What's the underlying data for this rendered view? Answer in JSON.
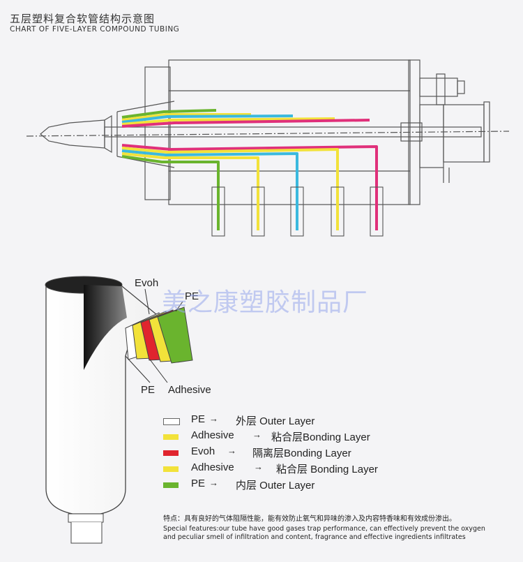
{
  "header": {
    "title_cn": "五层塑料复合软管结构示意图",
    "title_en": "CHART OF FIVE-LAYER COMPOUND TUBING"
  },
  "colors": {
    "pe_outer": "#ffffff",
    "adhesive": "#f2e23a",
    "evoh": "#e0242e",
    "pe_inner": "#6ab42e",
    "cyan_layer": "#3bb9de",
    "magenta_layer": "#e0307a"
  },
  "tube_labels": {
    "evoh": "Evoh",
    "pe_top": "PE",
    "pe_bottom": "PE",
    "adhesive": "Adhesive"
  },
  "watermark": "美之康塑胶制品厂",
  "legend": [
    {
      "name": "PE",
      "arrow": "→",
      "desc": "外层 Outer Layer",
      "color": "#ffffff"
    },
    {
      "name": "Adhesive",
      "arrow": "→",
      "desc": "粘合层Bonding Layer",
      "color": "#f2e23a"
    },
    {
      "name": "Evoh",
      "arrow": "→",
      "desc": "隔离层Bonding Layer",
      "color": "#e0242e"
    },
    {
      "name": "Adhesive",
      "arrow": "→",
      "desc": "粘合层 Bonding Layer",
      "color": "#f2e23a"
    },
    {
      "name": "PE",
      "arrow": "→",
      "desc": "内层 Outer Layer",
      "color": "#6ab42e"
    }
  ],
  "note": {
    "cn": "特点：具有良好的气体阻隔性能，能有效防止氧气和异味的渗入及内容特香味和有效成份渗出。",
    "en1": "Special features:our tube  have good gases trap performance, can effectively prevent the oxygen",
    "en2": "and peculiar smell of infiltration and content, fragrance and effective ingredients infiltrates"
  }
}
